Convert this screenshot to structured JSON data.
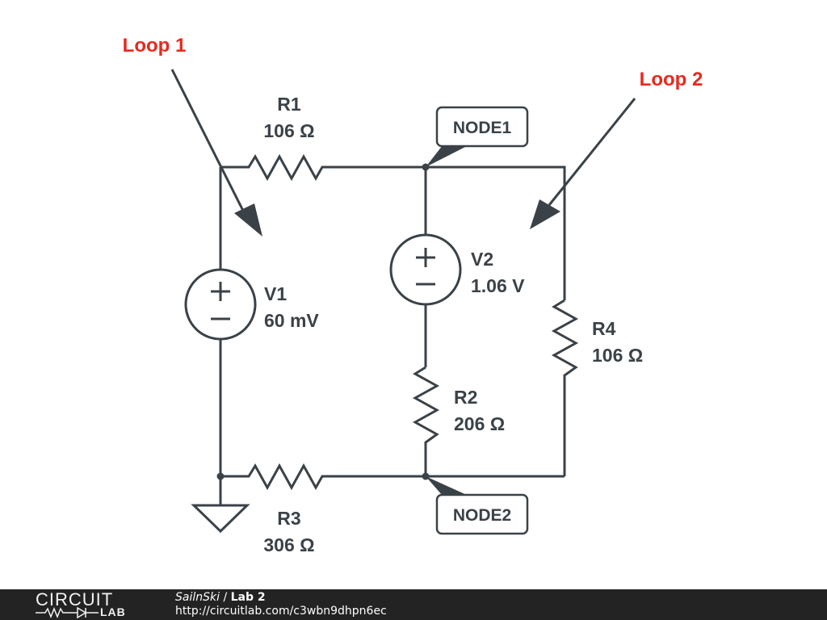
{
  "components": {
    "R1": {
      "name": "R1",
      "value": "106 Ω"
    },
    "R2": {
      "name": "R2",
      "value": "206 Ω"
    },
    "R3": {
      "name": "R3",
      "value": "306 Ω"
    },
    "R4": {
      "name": "R4",
      "value": "106 Ω"
    },
    "V1": {
      "name": "V1",
      "value": "60 mV"
    },
    "V2": {
      "name": "V2",
      "value": "1.06 V"
    }
  },
  "nodes": {
    "node1": "NODE1",
    "node2": "NODE2"
  },
  "annotations": {
    "loop1": "Loop 1",
    "loop2": "Loop 2"
  },
  "colors": {
    "wire": "#3a4248",
    "annotation": "#e8281e",
    "footer_bg": "#232323"
  },
  "footer": {
    "logo_top": "CIRCUIT",
    "logo_bottom": "LAB",
    "author": "SailnSki",
    "separator": " / ",
    "title": "Lab 2",
    "url": "http://circuitlab.com/c3wbn9dhpn6ec"
  }
}
